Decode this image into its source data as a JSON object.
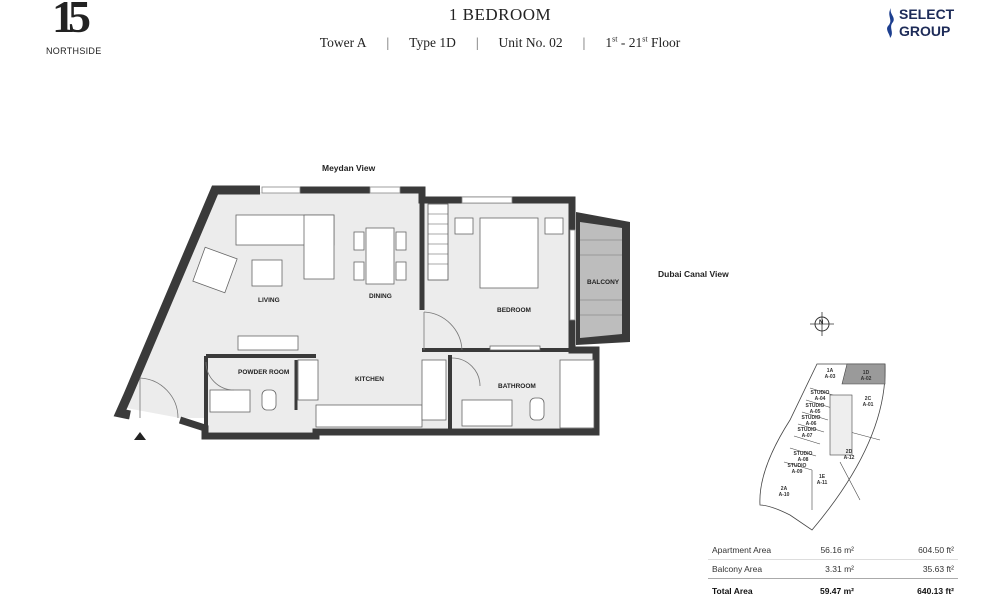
{
  "brand": {
    "logo_number": "15",
    "logo_name": "NORTHSIDE",
    "developer_line1": "SELECT",
    "developer_line2": "GROUP",
    "accent_color": "#1d3f8f"
  },
  "header": {
    "title": "1 BEDROOM",
    "tower": "Tower A",
    "type": "Type 1D",
    "unit": "Unit No. 02",
    "floor_from": "1",
    "floor_from_sup": "st",
    "floor_mid": " - 21",
    "floor_to_sup": "st",
    "floor_suffix": " Floor",
    "separator": "|"
  },
  "plan": {
    "views": {
      "top": "Meydan View",
      "right": "Dubai Canal View"
    },
    "rooms": {
      "living": "LIVING",
      "dining": "DINING",
      "bedroom": "BEDROOM",
      "balcony": "BALCONY",
      "powder_room": "POWDER ROOM",
      "kitchen": "KITCHEN",
      "bathroom": "BATHROOM"
    },
    "compass_label": "N",
    "wall_color": "#3a3a3a"
  },
  "key_plan": {
    "highlight_color": "#9a9a9a",
    "units": [
      {
        "type": "1D",
        "no": "A-02"
      },
      {
        "type": "1A",
        "no": "A-03"
      },
      {
        "type": "STUDIO",
        "no": "A-04"
      },
      {
        "type": "STUDIO",
        "no": "A-05"
      },
      {
        "type": "STUDIO",
        "no": "A-06"
      },
      {
        "type": "STUDIO",
        "no": "A-07"
      },
      {
        "type": "STUDIO",
        "no": "A-08"
      },
      {
        "type": "STUDIO",
        "no": "A-09"
      },
      {
        "type": "2A",
        "no": "A-10"
      },
      {
        "type": "1E",
        "no": "A-11"
      },
      {
        "type": "2D",
        "no": "A-12"
      },
      {
        "type": "2C",
        "no": "A-01"
      }
    ]
  },
  "areas": {
    "rows": [
      {
        "label": "Apartment Area",
        "sqm": "56.16 m²",
        "sqft": "604.50 ft²"
      },
      {
        "label": "Balcony Area",
        "sqm": "3.31 m²",
        "sqft": "35.63 ft²"
      }
    ],
    "total": {
      "label": "Total Area",
      "sqm": "59.47 m²",
      "sqft": "640.13 ft²"
    }
  }
}
